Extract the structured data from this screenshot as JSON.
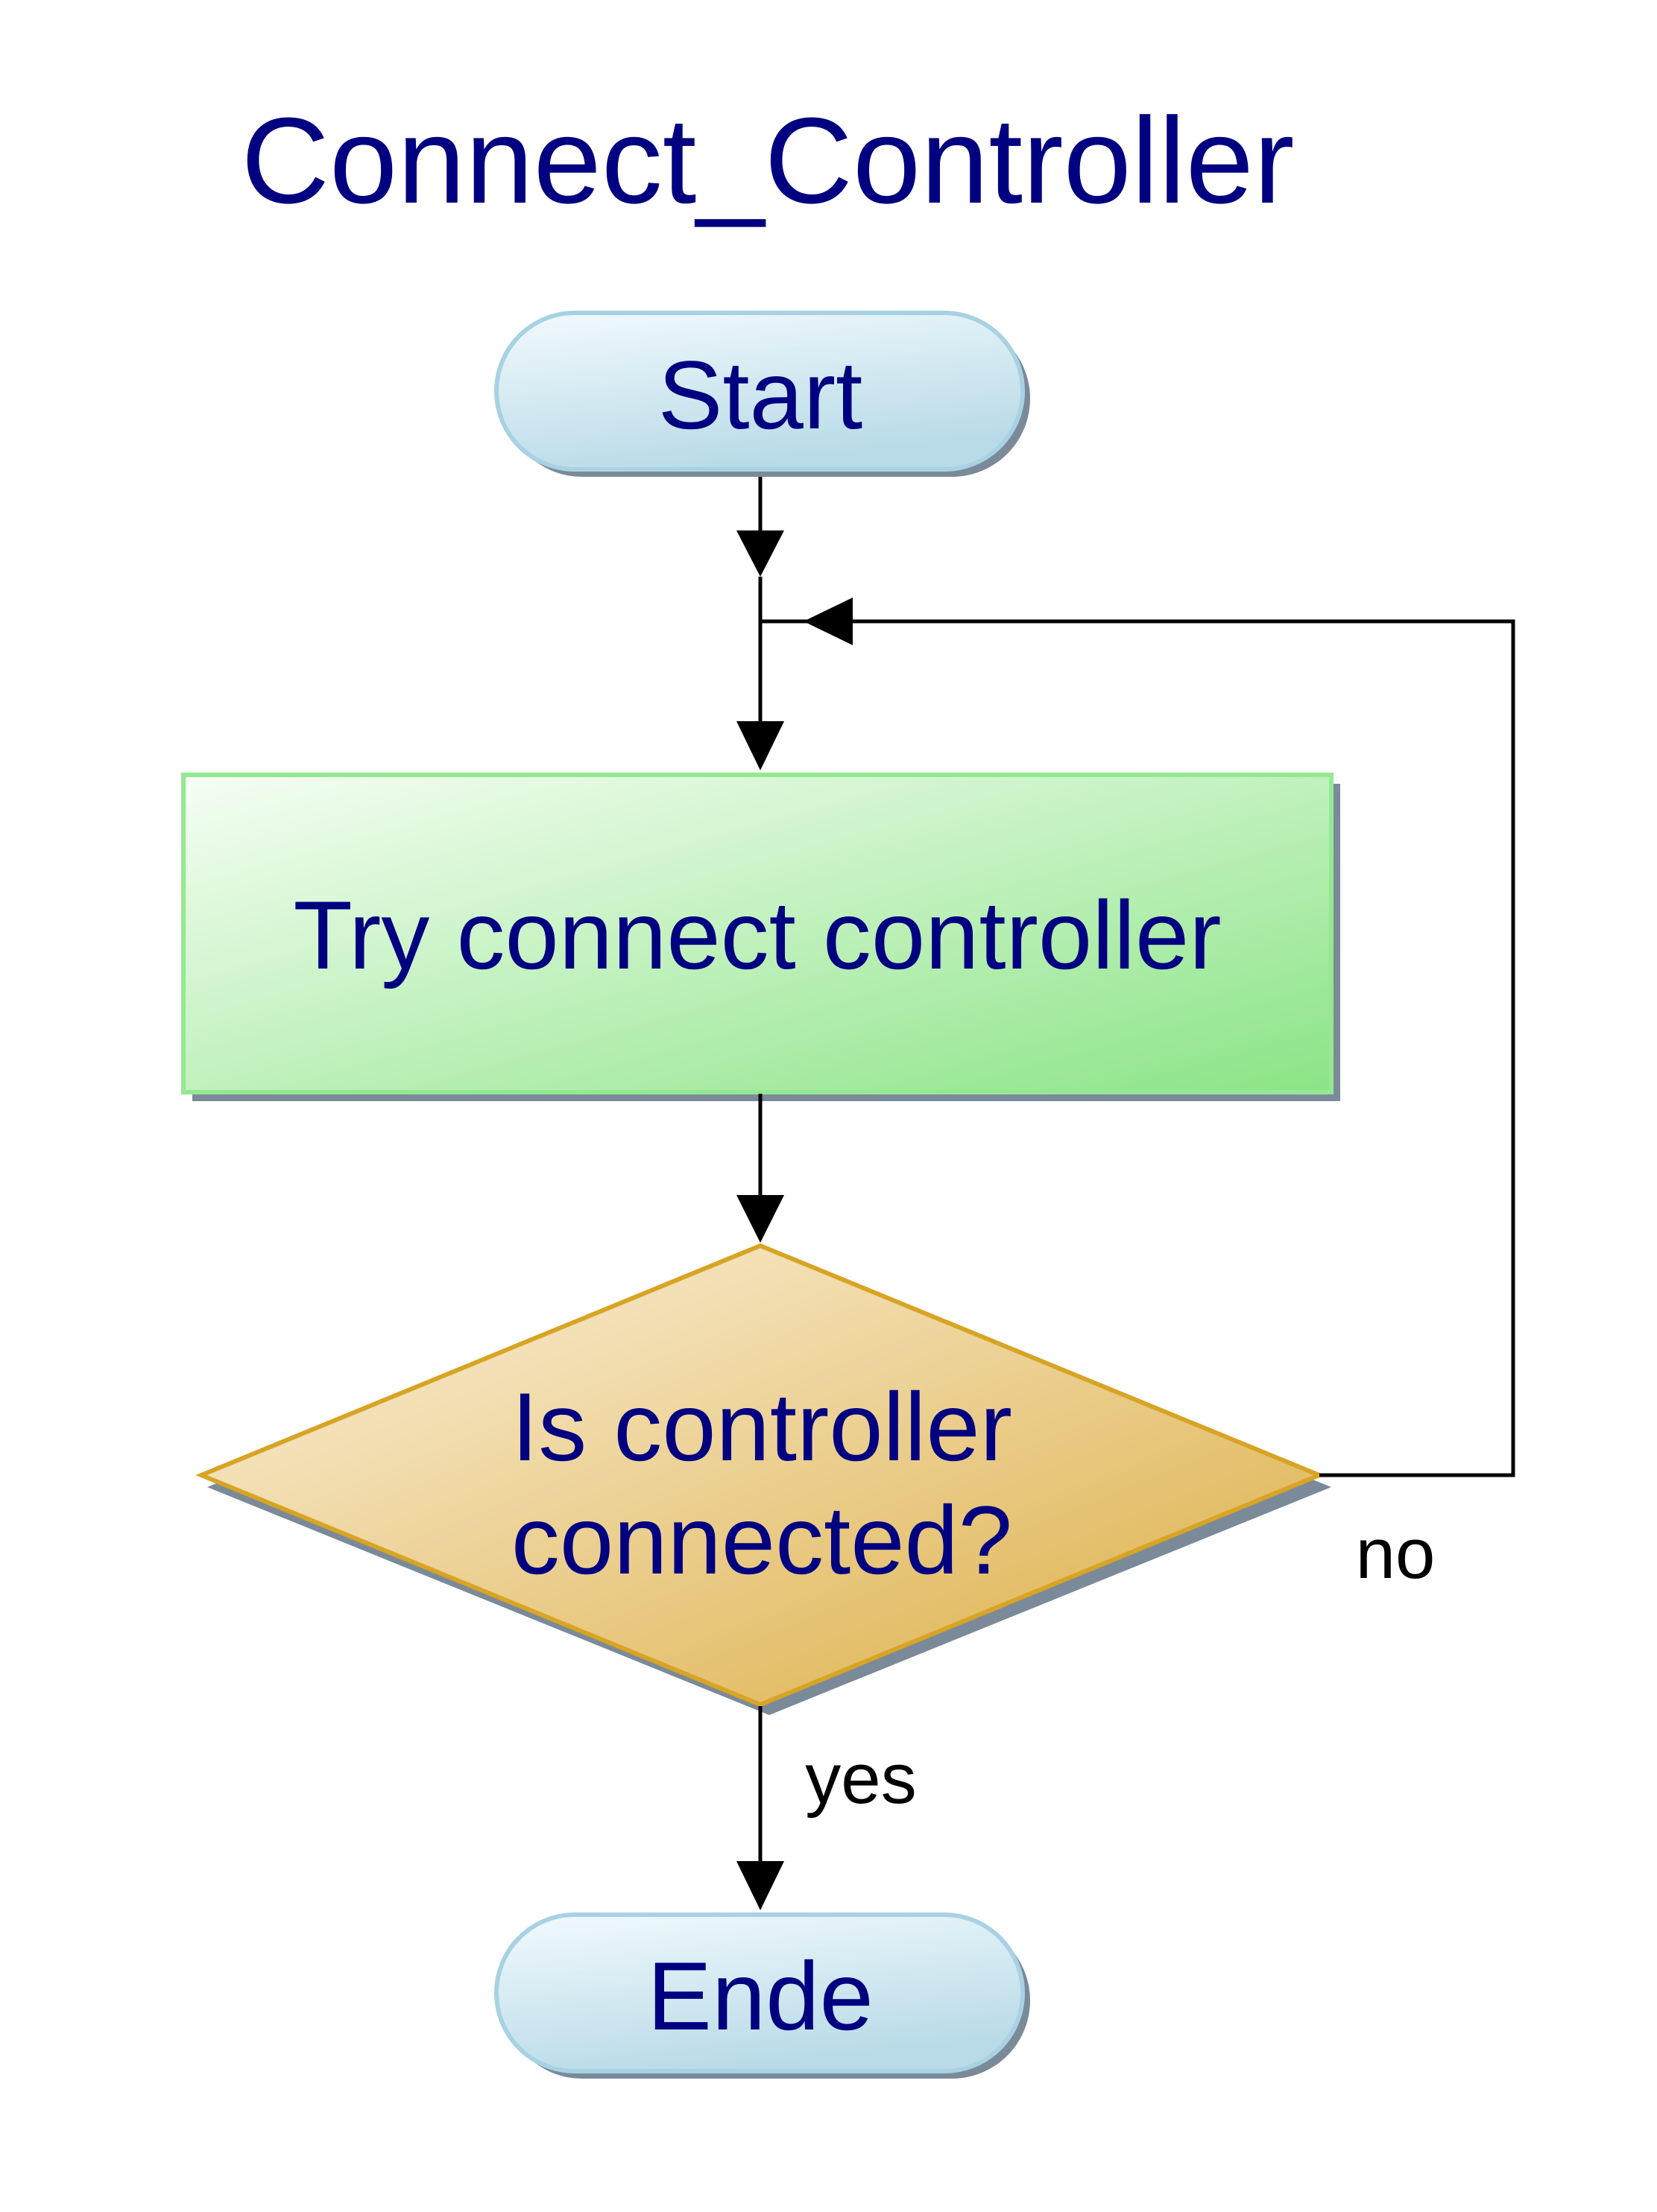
{
  "diagram": {
    "title": "Connect_Controller",
    "nodes": {
      "start": {
        "label": "Start",
        "shape": "terminator"
      },
      "process": {
        "label": "Try connect controller",
        "shape": "process"
      },
      "decision": {
        "label_line1": "Is controller",
        "label_line2": "connected?",
        "shape": "decision"
      },
      "end": {
        "label": "Ende",
        "shape": "terminator"
      }
    },
    "edge_labels": {
      "no": "no",
      "yes": "yes"
    },
    "colors": {
      "text": "#000080",
      "terminator_fill_top": "#eef7fb",
      "terminator_fill_bottom": "#bcdde9",
      "terminator_stroke": "#a8d2e3",
      "process_fill_top": "#f4fdf2",
      "process_fill_bottom": "#8ee489",
      "process_stroke": "#94e891",
      "decision_fill_top": "#f7ebd1",
      "decision_fill_bottom": "#dfb14c",
      "decision_stroke": "#d8a424",
      "shadow": "#7a8a99"
    }
  }
}
